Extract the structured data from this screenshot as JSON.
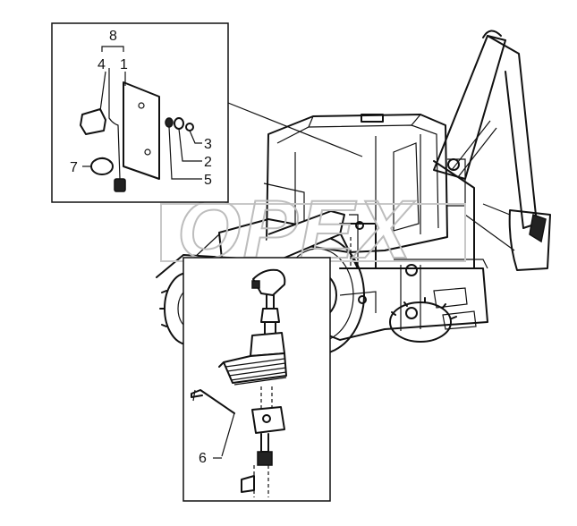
{
  "diagram": {
    "watermark": "OPEX",
    "callouts": {
      "group_8": "8",
      "part_4": "4",
      "part_1": "1",
      "part_3": "3",
      "part_2": "2",
      "part_5": "5",
      "part_7": "7",
      "part_6": "6"
    },
    "colors": {
      "ink": "#111111",
      "watermark": "#bdbdbd",
      "background": "#ffffff"
    }
  }
}
